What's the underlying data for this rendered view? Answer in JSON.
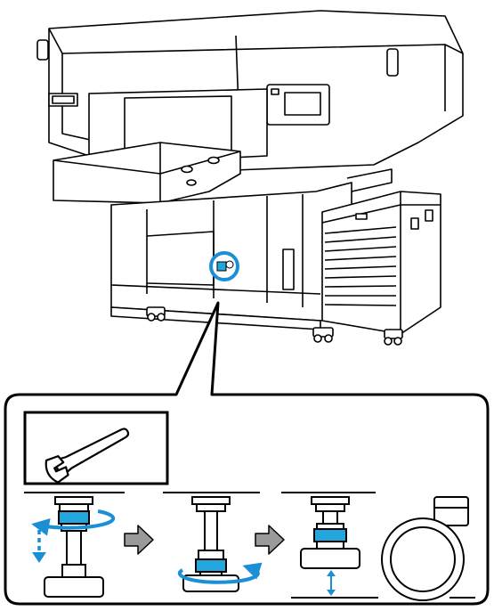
{
  "figure": {
    "subject": "printer",
    "callout_marker": "adjuster-callout",
    "steps": [
      {
        "id": "step-1",
        "action": "loosen-lock-nut",
        "arrow": "rotate"
      },
      {
        "id": "step-2",
        "action": "lower-nut-to-base",
        "arrow": "rotate"
      },
      {
        "id": "step-3",
        "action": "raise-foot-until-caster-off-floor",
        "arrow": "gap"
      }
    ],
    "tool_icon": "wrench-icon",
    "colors": {
      "line": "#000000",
      "accent_blue": "#1a8fd6",
      "nut_blue": "#22a6dd",
      "step_arrow_gray": "#9a9a9a"
    }
  }
}
